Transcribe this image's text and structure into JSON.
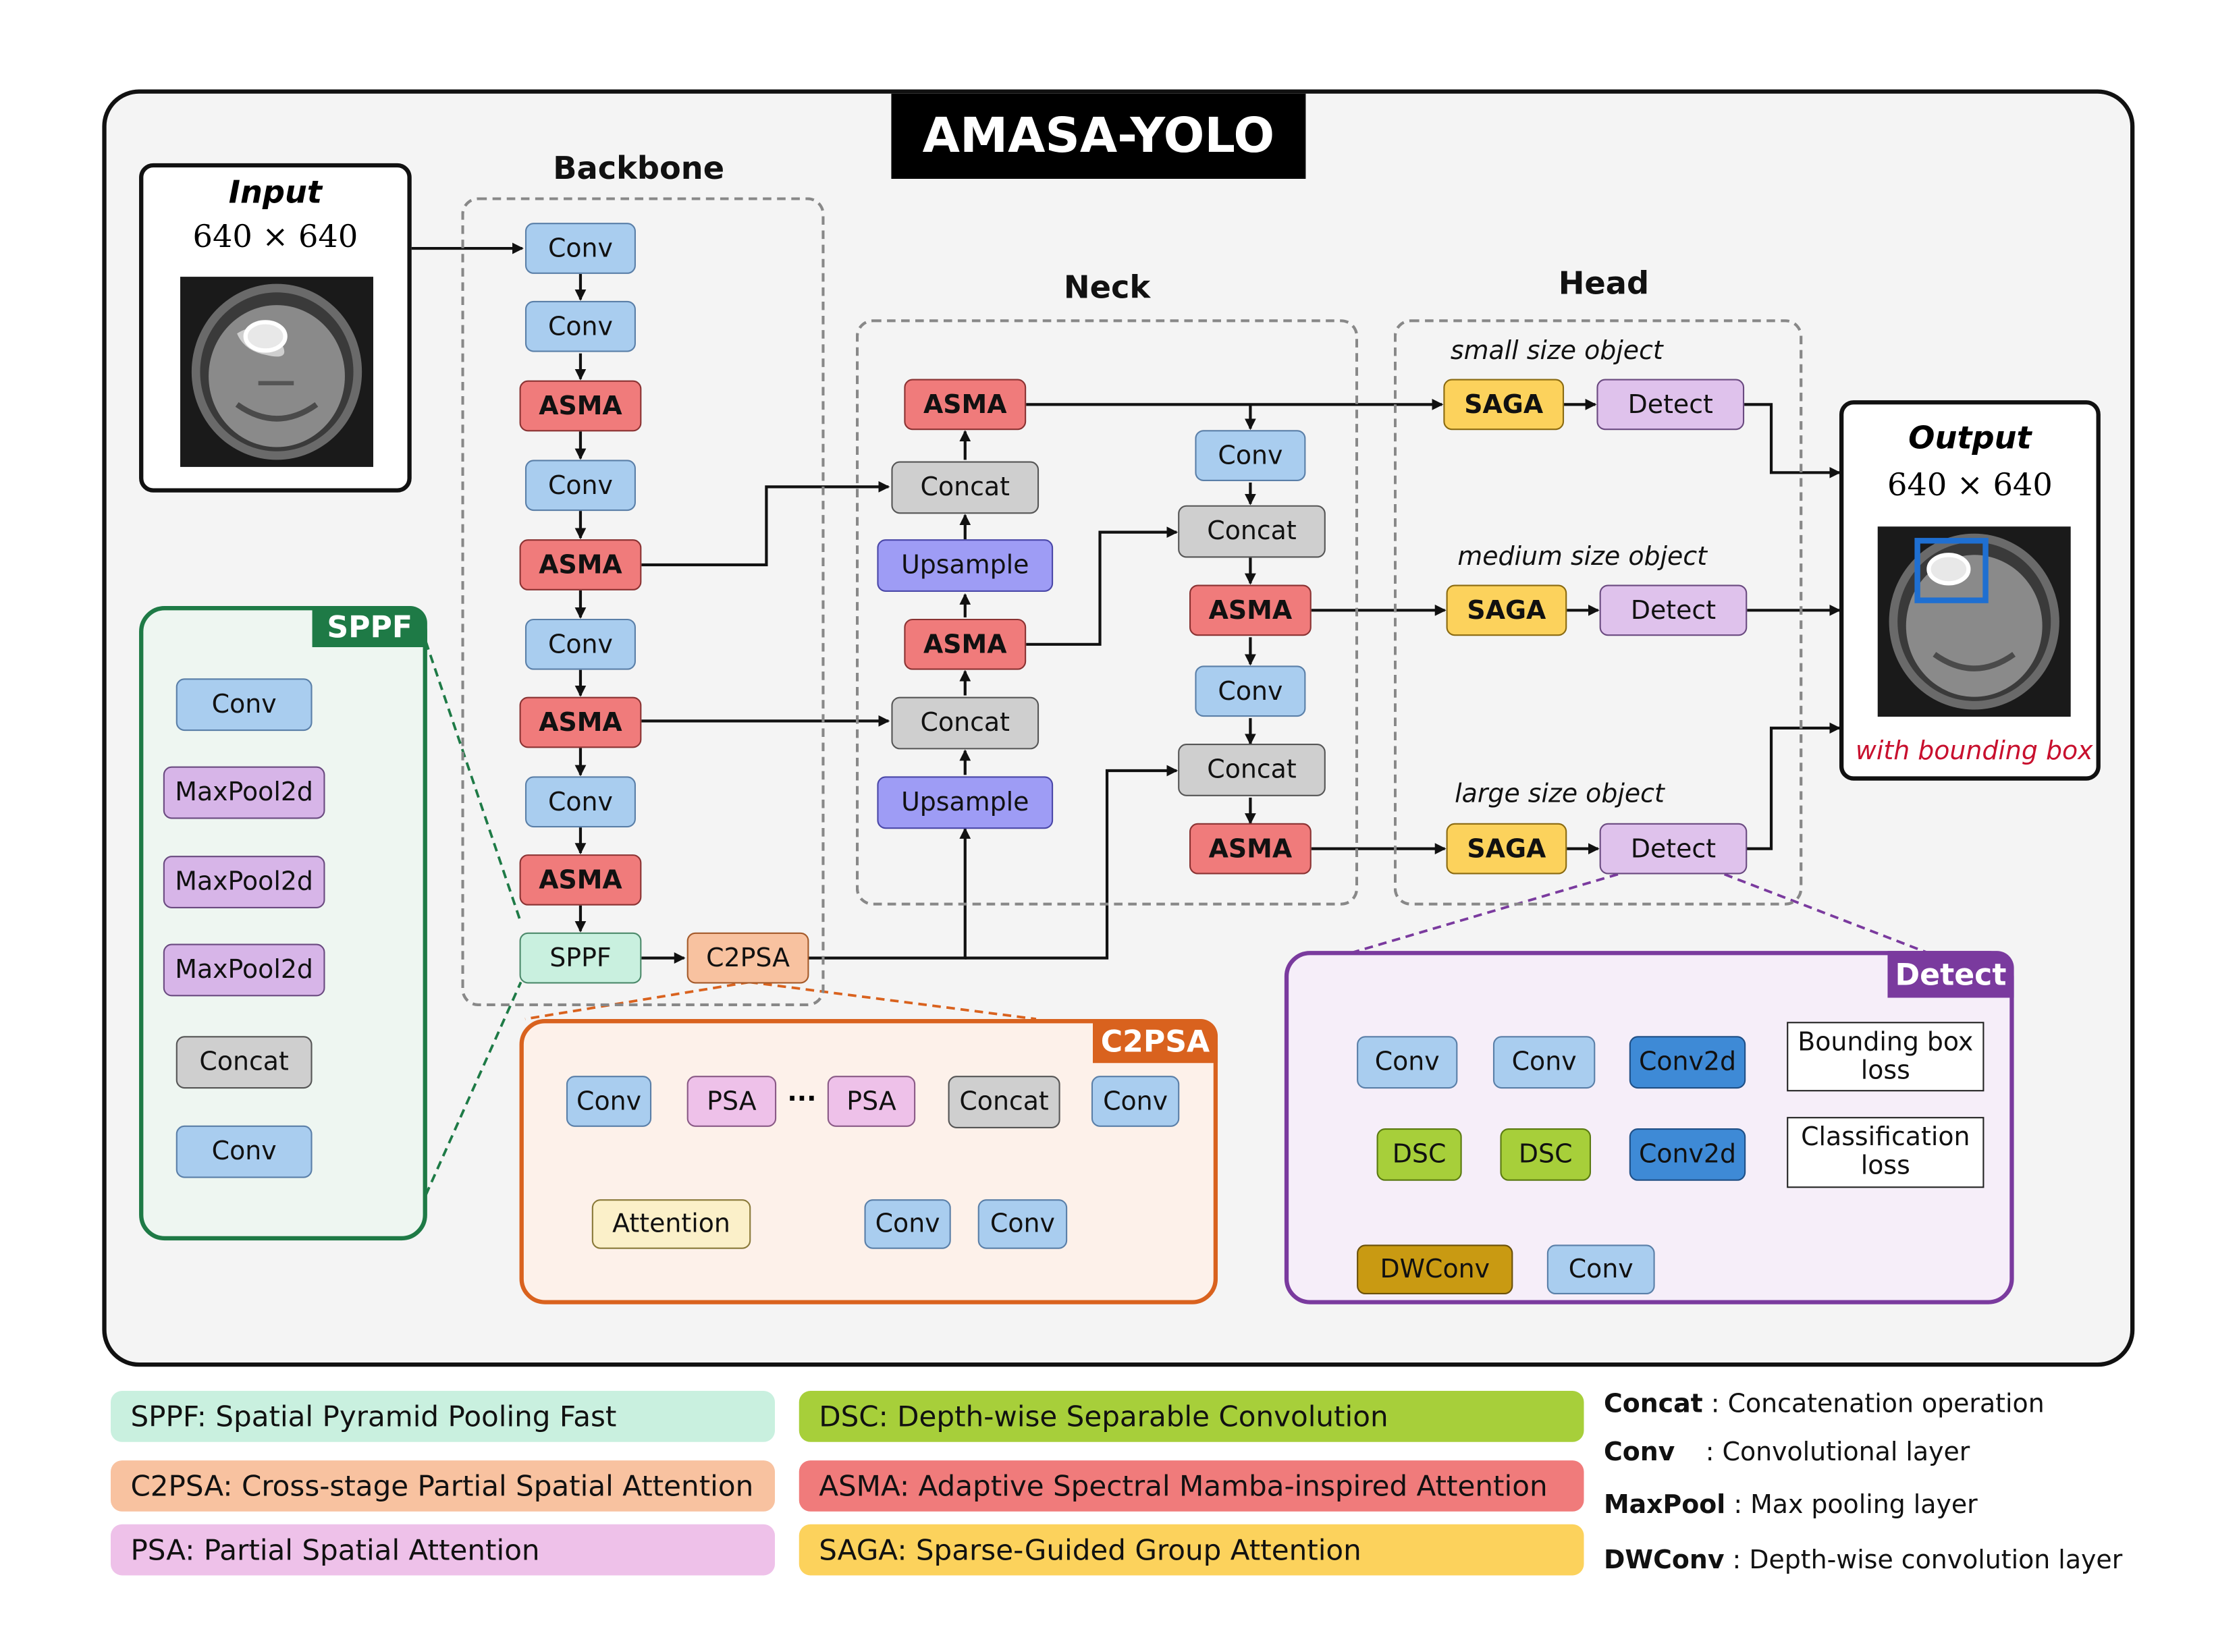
{
  "title": "AMASA-YOLO",
  "input": {
    "title": "Input",
    "size": "640 × 640"
  },
  "output": {
    "title": "Output",
    "size": "640 × 640",
    "note": "with bounding box"
  },
  "sections": {
    "backbone": "Backbone",
    "neck": "Neck",
    "head": "Head"
  },
  "backbone": {
    "blocks": [
      "Conv",
      "Conv",
      "ASMA",
      "Conv",
      "ASMA",
      "Conv",
      "ASMA",
      "Conv",
      "ASMA"
    ],
    "sppf": "SPPF",
    "c2psa": "C2PSA"
  },
  "neck": {
    "left_column": [
      "ASMA",
      "Concat",
      "Upsample",
      "ASMA",
      "Concat",
      "Upsample"
    ],
    "right_column": [
      "Conv",
      "Concat",
      "ASMA",
      "Conv",
      "Concat",
      "ASMA"
    ]
  },
  "head": {
    "rows": [
      {
        "scale": "small size object",
        "saga": "SAGA",
        "detect": "Detect"
      },
      {
        "scale": "medium size object",
        "saga": "SAGA",
        "detect": "Detect"
      },
      {
        "scale": "large size object",
        "saga": "SAGA",
        "detect": "Detect"
      }
    ]
  },
  "sppf_panel": {
    "tag": "SPPF",
    "blocks": [
      "Conv",
      "MaxPool2d",
      "MaxPool2d",
      "MaxPool2d",
      "Concat",
      "Conv"
    ],
    "tag_color": "#1e7a46"
  },
  "c2psa_panel": {
    "tag": "C2PSA",
    "top_row": [
      "Conv",
      "PSA",
      "···",
      "PSA",
      "Concat",
      "Conv"
    ],
    "bottom_row": [
      "Attention",
      "Conv",
      "Conv"
    ],
    "tag_color": "#d9621e"
  },
  "detect_panel": {
    "tag": "Detect",
    "row1": [
      "Conv",
      "Conv",
      "Conv2d"
    ],
    "row1_out": "Bounding box loss",
    "row2": [
      "DSC",
      "DSC",
      "Conv2d"
    ],
    "row2_out": "Classification loss",
    "row3": [
      "DWConv",
      "Conv"
    ],
    "tag_color": "#7a3a9e"
  },
  "legend": {
    "pills": [
      {
        "text": "SPPF:  Spatial Pyramid Pooling Fast",
        "color": "#c9f0df"
      },
      {
        "text": "C2PSA:  Cross-stage Partial Spatial Attention",
        "color": "#f8c2a0"
      },
      {
        "text": "PSA:  Partial Spatial Attention",
        "color": "#eec1e9"
      },
      {
        "text": "DSC:  Depth-wise Separable Convolution",
        "color": "#a7cf3a"
      },
      {
        "text": "ASMA:  Adaptive Spectral Mamba-inspired Attention",
        "color": "#f07b7b"
      },
      {
        "text": "SAGA:  Sparse-Guided Group Attention",
        "color": "#fcd25c"
      }
    ],
    "definitions": [
      {
        "term": "Concat",
        "desc": ": Concatenation operation"
      },
      {
        "term": "Conv",
        "desc": ": Convolutional layer"
      },
      {
        "term": "MaxPool",
        "desc": ": Max pooling layer"
      },
      {
        "term": "DWConv",
        "desc": ": Depth-wise convolution layer"
      }
    ]
  }
}
